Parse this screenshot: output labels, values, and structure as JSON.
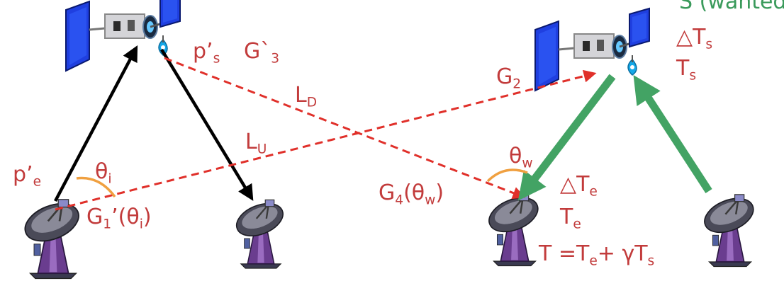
{
  "colors": {
    "label_red": "#c23b3b",
    "label_green": "#3a9a5b",
    "link_black": "#000000",
    "link_red_dashed": "#e0302a",
    "link_green": "#43a364",
    "panel_blue": "#1f3fe0",
    "arc_orange": "#f0a040",
    "dish_purple": "#6a3d8f"
  },
  "icons": [
    "satellite-icon",
    "dish-antenna-icon"
  ],
  "satellites": {
    "wanted_label": "S (wanted)"
  },
  "labels": {
    "p_s": "p’",
    "p_s_sub": "s",
    "g3": "G`",
    "g3_sub": "3",
    "l_d": "L",
    "l_d_sub": "D",
    "l_u": "L",
    "l_u_sub": "U",
    "p_e": "p’",
    "p_e_sub": "e",
    "theta_i": "θ",
    "theta_i_sub": "i",
    "g1_a": "G",
    "g1_sub": "1",
    "g1_b": "’(θ",
    "g1_sub2": "i",
    "g1_c": ")",
    "g2": "G",
    "g2_sub": "2",
    "delta_ts": "△T",
    "delta_ts_sub": "s",
    "ts": "T",
    "ts_sub": "s",
    "theta_w": "θ",
    "theta_w_sub": "w",
    "g4_a": "G",
    "g4_sub": "4",
    "g4_b": "(θ",
    "g4_sub2": "w",
    "g4_c": ")",
    "delta_te": "△T",
    "delta_te_sub": "e",
    "te": "T",
    "te_sub": "e",
    "t_eq_a": "T =T",
    "t_eq_sub": "e",
    "t_eq_b": "+ γT",
    "t_eq_sub2": "s"
  }
}
